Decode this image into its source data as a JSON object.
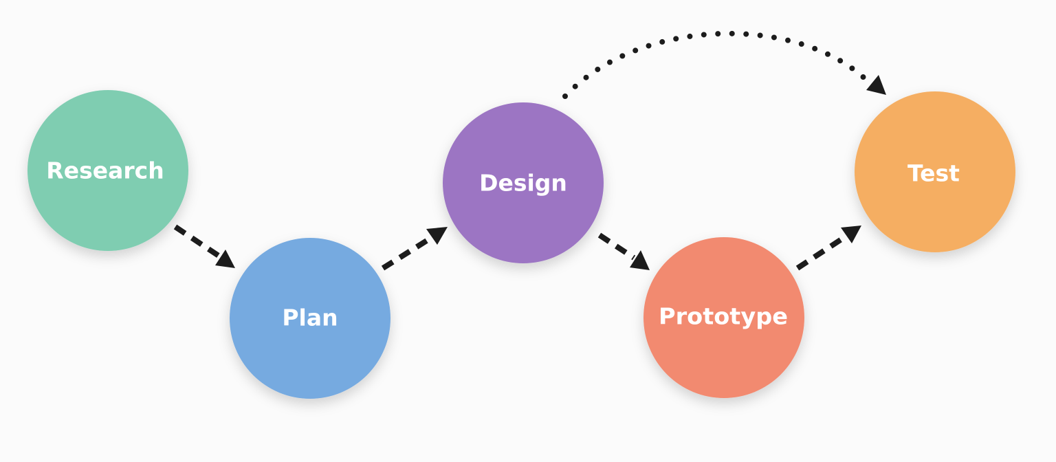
{
  "diagram": {
    "nodes": [
      {
        "id": "research",
        "label": "Research",
        "color": "#7fcdb1"
      },
      {
        "id": "plan",
        "label": "Plan",
        "color": "#76aae0"
      },
      {
        "id": "design",
        "label": "Design",
        "color": "#9c75c3"
      },
      {
        "id": "prototype",
        "label": "Prototype",
        "color": "#f28a6f"
      },
      {
        "id": "test",
        "label": "Test",
        "color": "#f5ae62"
      }
    ],
    "edges": [
      {
        "from": "research",
        "to": "plan",
        "style": "dashed"
      },
      {
        "from": "plan",
        "to": "design",
        "style": "dashed"
      },
      {
        "from": "design",
        "to": "prototype",
        "style": "dashed"
      },
      {
        "from": "prototype",
        "to": "test",
        "style": "dashed"
      },
      {
        "from": "design",
        "to": "test",
        "style": "dotted"
      }
    ],
    "arrow_color": "#1c1c1c"
  }
}
